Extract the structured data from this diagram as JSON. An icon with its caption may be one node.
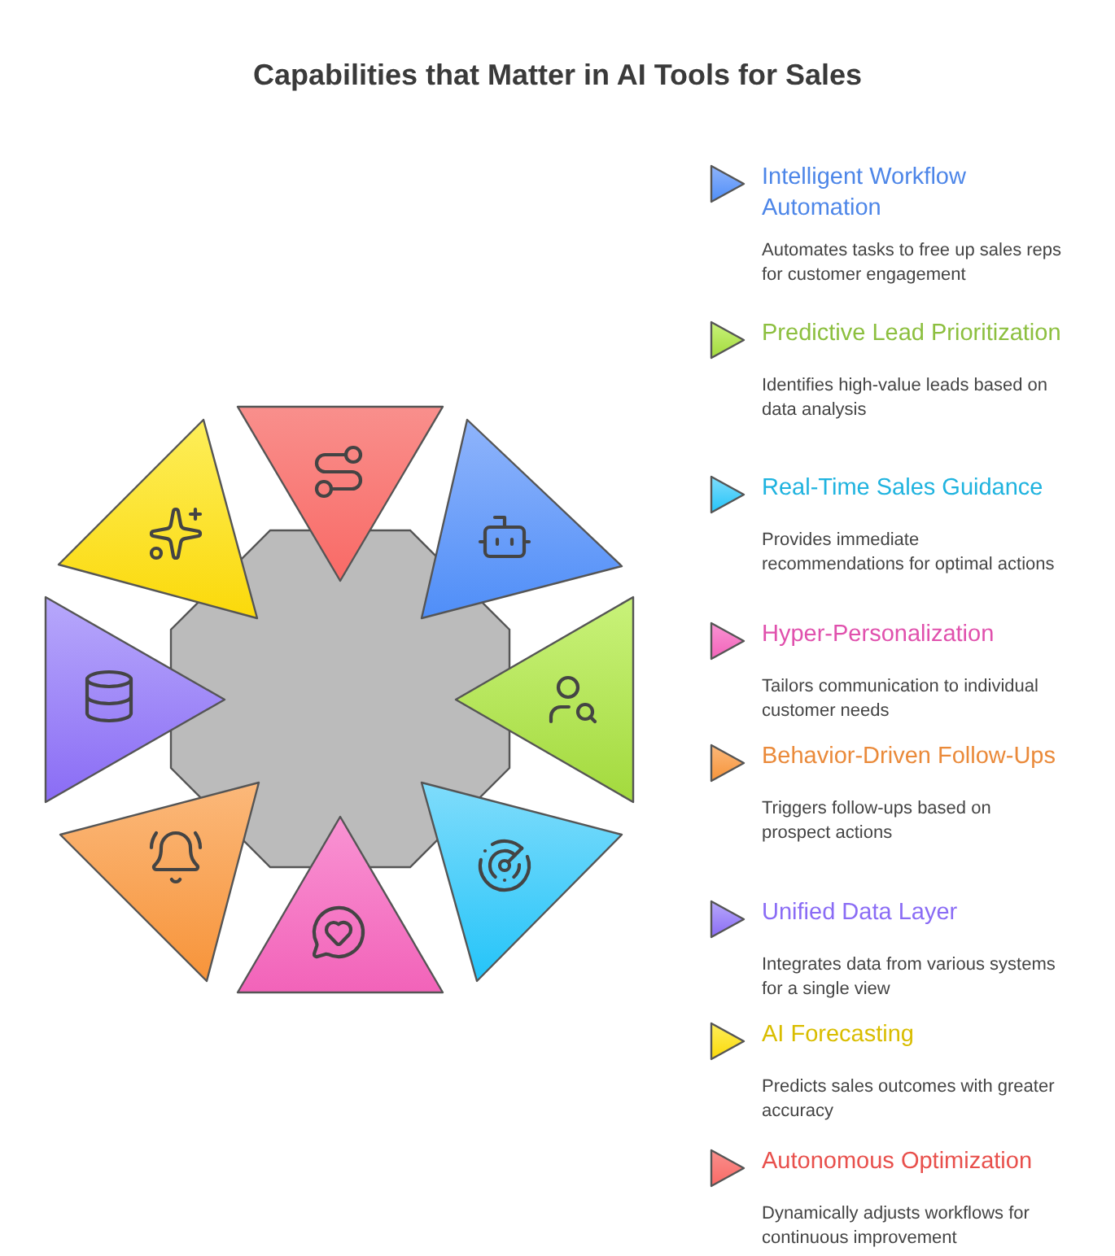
{
  "diagram": {
    "title": "Capabilities that Matter in AI Tools for Sales",
    "nodes": [
      {
        "text": [
          "Intelligent Workflow Automation",
          "Automates tasks to free up sales reps for customer engagement"
        ]
      },
      {
        "text": [
          "Predictive Lead Prioritization",
          "Identifies high-value leads based on data analysis"
        ]
      },
      {
        "text": [
          "Real-Time Sales Guidance",
          "Provides immediate recommendations for optimal actions"
        ]
      },
      {
        "text": [
          "Hyper-Personalization",
          "Tailors communication to individual customer needs"
        ]
      },
      {
        "text": [
          "Behavior-Driven Follow-Ups",
          "Triggers follow-ups based on prospect actions"
        ]
      },
      {
        "text": [
          "Unified Data Layer",
          "Integrates data from various systems for a single view"
        ]
      },
      {
        "text": [
          "AI Forecasting",
          "Predicts sales outcomes with greater accuracy"
        ]
      },
      {
        "text": [
          "Autonomous Optimization",
          "Dynamically adjusts workflows for continuous improvement"
        ]
      }
    ]
  }
}
